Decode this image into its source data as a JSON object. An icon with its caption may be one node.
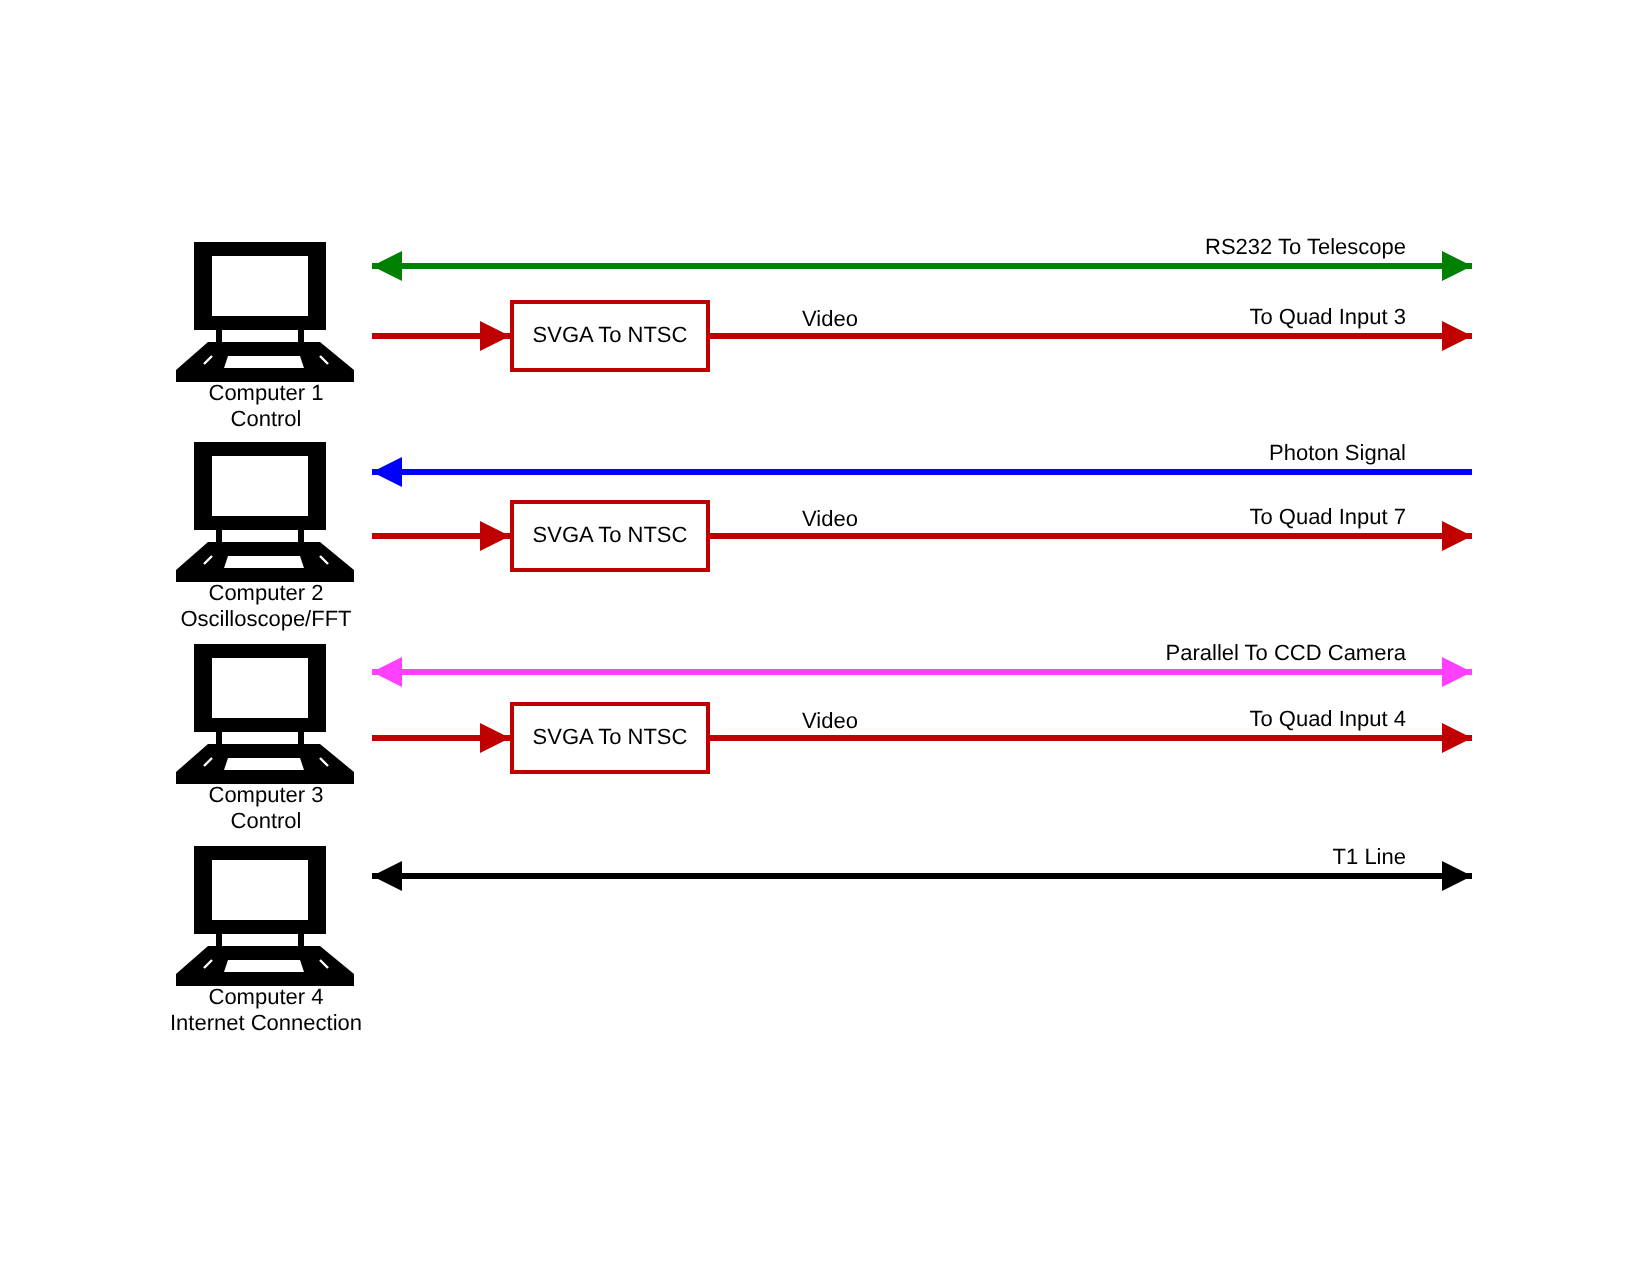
{
  "diagram": {
    "nodes": [
      {
        "text": [
          "Computer 1",
          "Control"
        ]
      },
      {
        "text": [
          "SVGA To NTSC"
        ]
      },
      {
        "text": [
          "Computer 2",
          "Oscilloscope/FFT"
        ]
      },
      {
        "text": [
          "SVGA To NTSC"
        ]
      },
      {
        "text": [
          "Computer 3",
          "Control"
        ]
      },
      {
        "text": [
          "SVGA To NTSC"
        ]
      },
      {
        "text": [
          "Computer 4",
          "Internet Connection"
        ]
      }
    ],
    "edges": [
      {
        "from": 0,
        "to": null,
        "arrow": "both",
        "label": "RS232 To Telescope",
        "color": "#008000"
      },
      {
        "from": 0,
        "to": 1,
        "arrow": "to"
      },
      {
        "from": 1,
        "to": null,
        "arrow": "to",
        "label": "To Quad Input 3"
      },
      {
        "from": null,
        "to": 2,
        "arrow": "to",
        "label": "Photon Signal",
        "color": "#0000ff"
      },
      {
        "from": 2,
        "to": 3,
        "arrow": "to"
      },
      {
        "from": 3,
        "to": null,
        "arrow": "to",
        "label": "To Quad Input 7"
      },
      {
        "from": 4,
        "to": null,
        "arrow": "both",
        "label": "Parallel To CCD Camera",
        "color": "#ff40ff"
      },
      {
        "from": 4,
        "to": 5,
        "arrow": "to"
      },
      {
        "from": 5,
        "to": null,
        "arrow": "to",
        "label": "To Quad Input 4"
      },
      {
        "from": 6,
        "to": null,
        "arrow": "both",
        "label": "T1 Line",
        "color": "#000000"
      }
    ],
    "labels": [
      "Video",
      "Video",
      "Video"
    ]
  }
}
